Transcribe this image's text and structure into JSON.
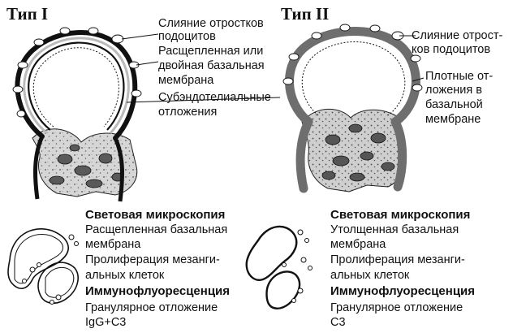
{
  "type1": {
    "title": "Тип I",
    "callouts": [
      "Слияние отростков",
      "подоцитов",
      "Расщепленная или",
      "двойная базальная",
      "мембрана",
      "Субэндотелиальные",
      "отложения"
    ],
    "light_heading": "Световая микроскопия",
    "light_lines": [
      "Расщепленная базальная",
      "мембрана",
      "Пролиферация мезанги-",
      "альных клеток"
    ],
    "if_heading": "Иммунофлуоресценция",
    "if_lines": [
      "Гранулярное отложение",
      "IgG+C3"
    ]
  },
  "type2": {
    "title": "Тип II",
    "callouts": [
      "Слияние отрост-",
      "ков подоцитов",
      "Плотные от-",
      "ложения в",
      "базальной",
      "мембране"
    ],
    "light_heading": "Световая микроскопия",
    "light_lines": [
      "Утолщенная базальная",
      "мембрана",
      "Пролиферация мезанги-",
      "альных клеток"
    ],
    "if_heading": "Иммунофлуоресценция",
    "if_lines": [
      "Гранулярное отложение",
      "C3"
    ]
  },
  "colors": {
    "ink": "#111111",
    "stroma": "#d4d4d4",
    "membrane_type2": "#777777"
  }
}
